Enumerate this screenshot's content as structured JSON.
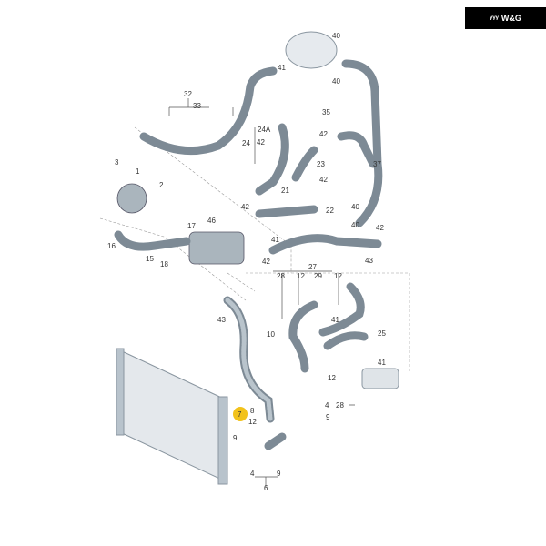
{
  "logo": {
    "mark": "ᵞᵞᵞ",
    "text": "W&G"
  },
  "highlight_color": "#f2c21b",
  "labels": [
    "40",
    "40",
    "41",
    "32",
    "33",
    "35",
    "24A",
    "42",
    "24",
    "42",
    "23",
    "42",
    "1",
    "3",
    "2",
    "37",
    "21",
    "22",
    "42",
    "40",
    "46",
    "17",
    "42",
    "16",
    "15",
    "41",
    "42",
    "18",
    "43",
    "27",
    "28",
    "12",
    "29",
    "12",
    "43",
    "41",
    "10",
    "25",
    "41",
    "12",
    "4",
    "28",
    "9",
    "8",
    "12",
    "7",
    "9",
    "4",
    "9",
    "6",
    "40"
  ]
}
